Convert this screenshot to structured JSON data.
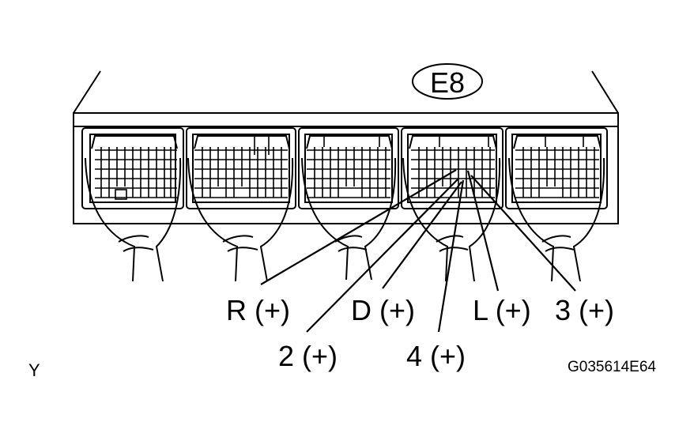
{
  "connector": {
    "id": "E8"
  },
  "pins": {
    "r": "R (+)",
    "two": "2 (+)",
    "d": "D (+)",
    "four": "4 (+)",
    "l": "L (+)",
    "three": "3 (+)"
  },
  "corner_mark": "Y",
  "figure_code": "G035614E64",
  "colors": {
    "line": "#000000",
    "background": "#ffffff"
  }
}
